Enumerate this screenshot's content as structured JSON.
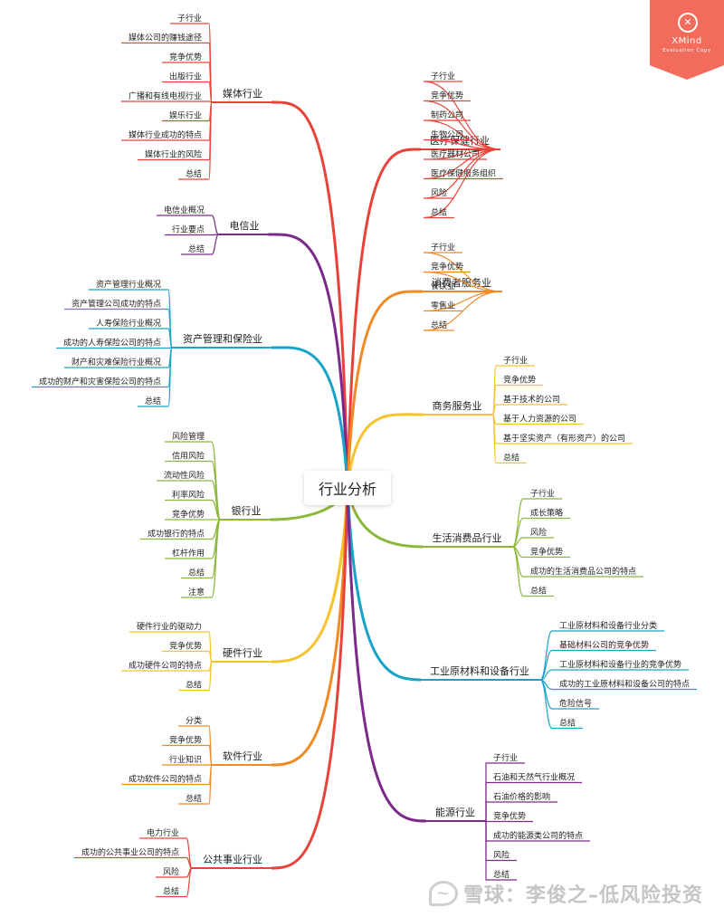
{
  "root": {
    "label": "行业分析"
  },
  "branches": [
    {
      "label": "媒体行业",
      "side": "left",
      "color": "#e8433a",
      "children": [
        "子行业",
        "媒体公司的赚钱途径",
        "竞争优势",
        "出版行业",
        "广播和有线电视行业",
        "娱乐行业",
        "媒体行业成功的特点",
        "媒体行业的风险",
        "总结"
      ]
    },
    {
      "label": "电信业",
      "side": "left",
      "color": "#7c2a8a",
      "children": [
        "电信业概况",
        "行业要点",
        "总结"
      ]
    },
    {
      "label": "资产管理和保险业",
      "side": "left",
      "color": "#1aa3c8",
      "children": [
        "资产管理行业概况",
        "资产管理公司成功的特点",
        "人寿保险行业概况",
        "成功的人寿保险公司的特点",
        "财产和灾难保险行业概况",
        "成功的财产和灾害保险公司的特点",
        "总结"
      ]
    },
    {
      "label": "银行业",
      "side": "left",
      "color": "#8bb83a",
      "children": [
        "风险管理",
        "信用风险",
        "流动性风险",
        "利率风险",
        "竞争优势",
        "成功银行的特点",
        "杠杆作用",
        "总结",
        "注意"
      ]
    },
    {
      "label": "硬件行业",
      "side": "left",
      "color": "#f5c32c",
      "children": [
        "硬件行业的驱动力",
        "竞争优势",
        "成功硬件公司的特点",
        "总结"
      ]
    },
    {
      "label": "软件行业",
      "side": "left",
      "color": "#f08a24",
      "children": [
        "分类",
        "竞争优势",
        "行业知识",
        "成功软件公司的特点",
        "总结"
      ]
    },
    {
      "label": "公共事业行业",
      "side": "left",
      "color": "#e8433a",
      "children": [
        "电力行业",
        "成功的公共事业公司的特点",
        "风险",
        "总结"
      ]
    },
    {
      "label": "医疗保健行业",
      "side": "right",
      "color": "#e8433a",
      "children": [
        "子行业",
        "竞争优势",
        "制药公司",
        "生物公司",
        "医疗器材公司",
        "医疗保健服务组织",
        "风险",
        "总结"
      ]
    },
    {
      "label": "消费者服务业",
      "side": "right",
      "color": "#f08a24",
      "children": [
        "子行业",
        "竞争优势",
        "餐饮业",
        "零售业",
        "总结"
      ]
    },
    {
      "label": "商务服务业",
      "side": "right",
      "color": "#f5c32c",
      "children": [
        "子行业",
        "竞争优势",
        "基于技术的公司",
        "基于人力资源的公司",
        "基于坚实资产（有形资产）的公司",
        "总结"
      ]
    },
    {
      "label": "生活消费品行业",
      "side": "right",
      "color": "#8bb83a",
      "children": [
        "子行业",
        "成长策略",
        "风险",
        "竞争优势",
        "成功的生活消费品公司的特点",
        "总结"
      ]
    },
    {
      "label": "工业原材料和设备行业",
      "side": "right",
      "color": "#1aa3c8",
      "children": [
        "工业原材料和设备行业分类",
        "基础材料公司的竞争优势",
        "工业原材料和设备行业的竞争优势",
        "成功的工业原材料和设备公司的特点",
        "危险信号",
        "总结"
      ]
    },
    {
      "label": "能源行业",
      "side": "right",
      "color": "#7c2a8a",
      "children": [
        "子行业",
        "石油和天然气行业概况",
        "石油价格的影响",
        "竞争优势",
        "成功的能源类公司的特点",
        "风险",
        "总结"
      ]
    }
  ],
  "badge": {
    "title": "XMind",
    "subtitle": "Evaluation Copy"
  },
  "watermark": {
    "text": "雪球：李俊之–低风险投资"
  }
}
